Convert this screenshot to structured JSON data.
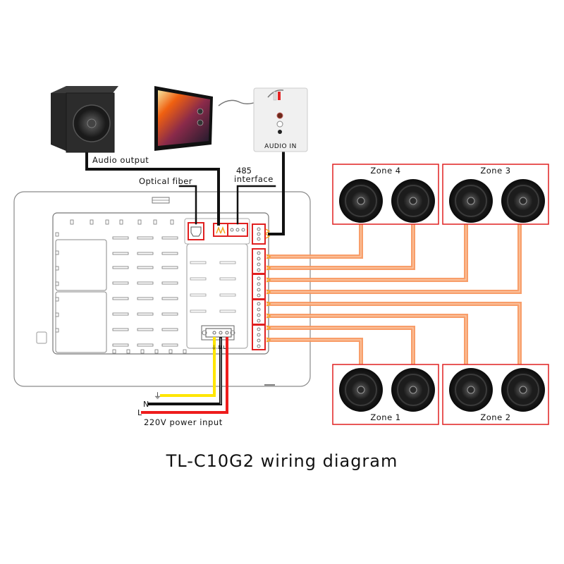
{
  "title": "TL-C10G2 wiring diagram",
  "devices": {
    "subwoofer": {
      "name": "subwoofer",
      "label": "Audio output"
    },
    "tv": {
      "name": "tv-source"
    },
    "wall_plate": {
      "label": "AUDIO IN"
    },
    "controller": {
      "name": "TL-C10G2 panel"
    }
  },
  "connections": {
    "optical": "Optical fiber",
    "rs485_line1": "485",
    "rs485_line2": "interface",
    "power": {
      "label": "220V power input",
      "ground_symbol": "⏚",
      "neutral": "N",
      "live": "L",
      "colors": {
        "ground": "#ffe600",
        "neutral": "#111111",
        "live": "#ee1c1c"
      }
    }
  },
  "zones": [
    {
      "label": "Zone 4",
      "speakers": 2
    },
    {
      "label": "Zone 3",
      "speakers": 2
    },
    {
      "label": "Zone 1",
      "speakers": 2
    },
    {
      "label": "Zone 2",
      "speakers": 2
    }
  ],
  "colors": {
    "speaker_wire": "#f7945a",
    "highlight_box": "#e02020",
    "signal_wire": "#111111",
    "connector_pin": "#f5a623"
  }
}
